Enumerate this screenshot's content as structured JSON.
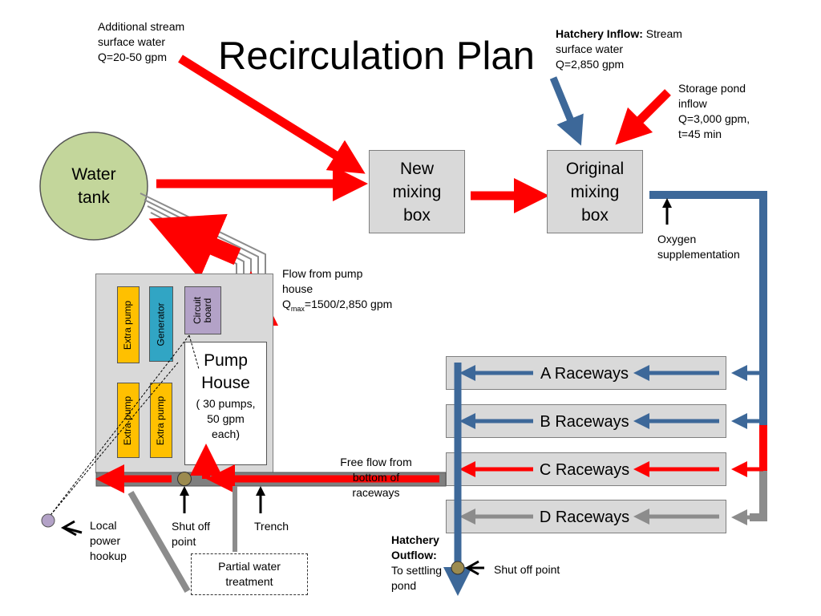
{
  "title": "Recirculation Plan",
  "water_tank": {
    "label": "Water\ntank"
  },
  "new_mixing_box": {
    "label": "New\nmixing\nbox"
  },
  "original_mixing_box": {
    "label": "Original\nmixing\nbox"
  },
  "pump_house": {
    "title": "Pump\nHouse",
    "detail": "( 30 pumps,\n50 gpm\neach)",
    "extra_pump_label": "Extra pump",
    "generator_label": "Generator",
    "circuit_board_label": "Circuit\nboard"
  },
  "annotations": {
    "additional_stream": "Additional stream\nsurface water\nQ=20-50 gpm",
    "hatchery_inflow_bold": "Hatchery Inflow:",
    "hatchery_inflow_rest": "Stream",
    "hatchery_inflow_lines": "surface water\nQ=2,850 gpm",
    "storage_pond": "Storage pond\ninflow\nQ=3,000 gpm,\nt=45 min",
    "oxygen": "Oxygen\nsupplementation",
    "flow_from_pump_house": "Flow from pump\nhouse",
    "qmax_prefix": "Q",
    "qmax_sub": "max",
    "qmax_value": "=1500/2,850 gpm",
    "free_flow": "Free flow from\nbottom of\nraceways",
    "local_power": "Local\npower\nhookup",
    "shut_off_left": "Shut off\npoint",
    "trench": "Trench",
    "partial_treatment": "Partial water\ntreatment",
    "hatchery_outflow_bold": "Hatchery\nOutflow:",
    "hatchery_outflow_rest": "To settling\npond",
    "shut_off_right": "Shut off point"
  },
  "raceways": [
    {
      "label": "A Raceways",
      "flow_color": "#3d6899"
    },
    {
      "label": "B Raceways",
      "flow_color": "#3d6899"
    },
    {
      "label": "C Raceways",
      "flow_color": "#ff0000"
    },
    {
      "label": "D Raceways",
      "flow_color": "#8c8c8c"
    }
  ],
  "colors": {
    "red_flow": "#ff0000",
    "blue_flow": "#3d6899",
    "grey_flow": "#8c8c8c",
    "tank_fill": "#c3d69b",
    "box_fill": "#d9d9d9",
    "extra_pump_fill": "#ffc000",
    "generator_fill": "#31a5c4",
    "circuit_fill": "#b3a2c7",
    "valve_fill": "#9c8b4f",
    "power_fill": "#b3a2c7"
  }
}
